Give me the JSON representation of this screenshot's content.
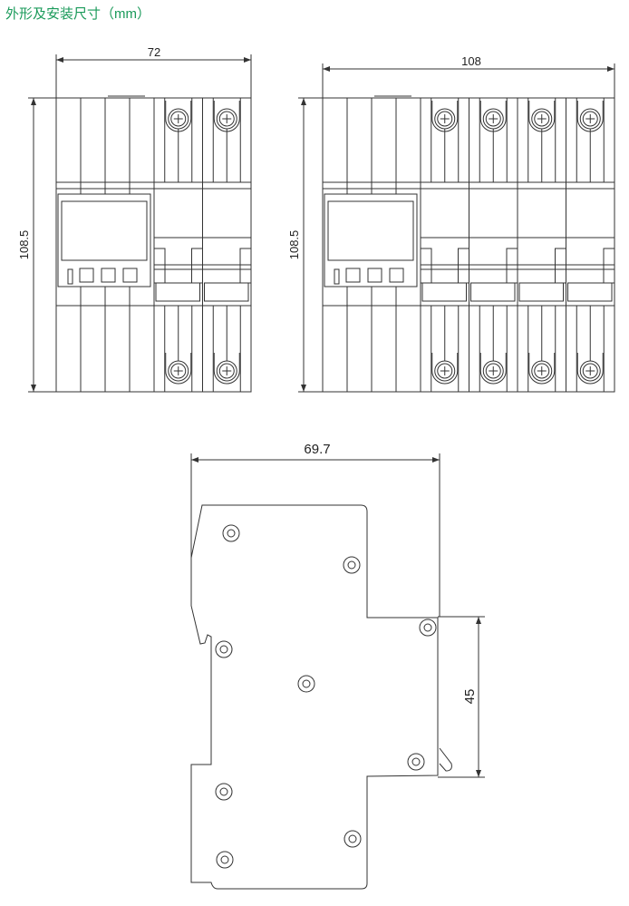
{
  "title": "外形及安装尺寸（mm）",
  "front_view_2p": {
    "width_label": "72",
    "height_label": "108.5",
    "poles": 2
  },
  "front_view_4p": {
    "width_label": "108",
    "height_label": "108.5",
    "poles": 4
  },
  "side_view": {
    "depth_label": "69.7",
    "rail_label": "45"
  },
  "colors": {
    "title": "#1a9a5a",
    "line": "#333333"
  }
}
